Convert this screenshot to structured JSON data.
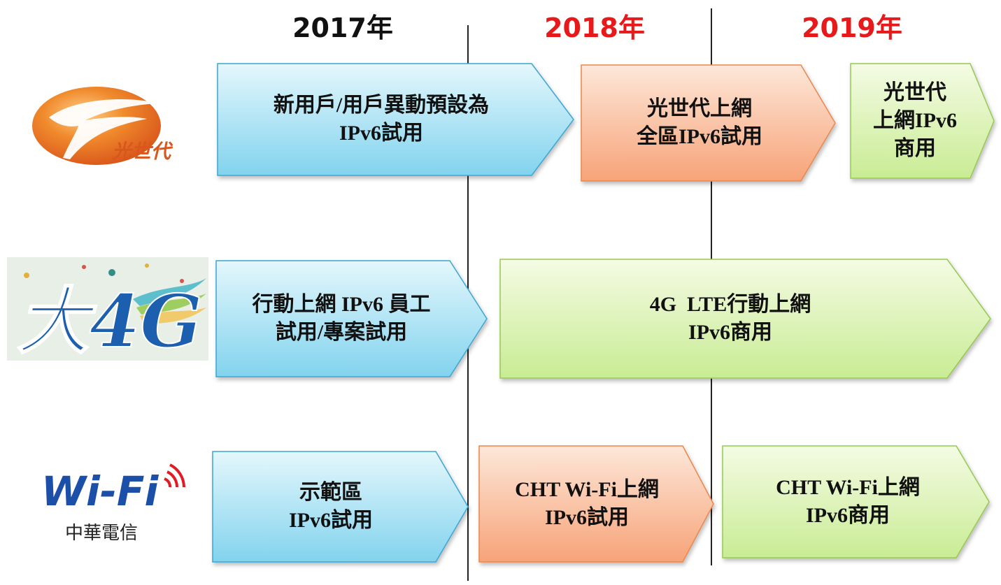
{
  "years": [
    {
      "label": "2017年",
      "color": "#111111"
    },
    {
      "label": "2018年",
      "color": "#e8191a"
    },
    {
      "label": "2019年",
      "color": "#e8191a"
    }
  ],
  "colors": {
    "blue_fill_top": "#e4f7fc",
    "blue_fill_bottom": "#82d3ee",
    "blue_border": "#3aa6d2",
    "orange_fill_top": "#fde7d9",
    "orange_fill_bottom": "#f7a378",
    "orange_border": "#e9874c",
    "green_fill_top": "#f4fbe4",
    "green_fill_bottom": "#c9ec94",
    "green_border": "#96c950"
  },
  "logos": {
    "fiber": {
      "icon": "fiber-swoosh-logo",
      "text": "光世代"
    },
    "mobile": {
      "icon": "4g-logo",
      "text": "大4G"
    },
    "wifi": {
      "icon": "wifi-logo",
      "text": "Wi-Fi",
      "sub": "中華電信"
    }
  },
  "rows": {
    "fiber": {
      "trial": [
        "新用戶/用戶異動預設為",
        "IPv6試用"
      ],
      "nationwide": [
        "光世代上網",
        "全區IPv6試用"
      ],
      "commercial": [
        "光世代",
        "上網IPv6",
        "商用"
      ]
    },
    "mobile": {
      "trial": [
        "行動上網 IPv6 員工",
        "試用/專案試用"
      ],
      "commercial": [
        "4G  LTE行動上網",
        "IPv6商用"
      ]
    },
    "wifi": {
      "demo": [
        "示範區",
        "IPv6試用"
      ],
      "trial": [
        "CHT Wi-Fi上網",
        "IPv6試用"
      ],
      "commercial": [
        "CHT Wi-Fi上網",
        "IPv6商用"
      ]
    }
  }
}
